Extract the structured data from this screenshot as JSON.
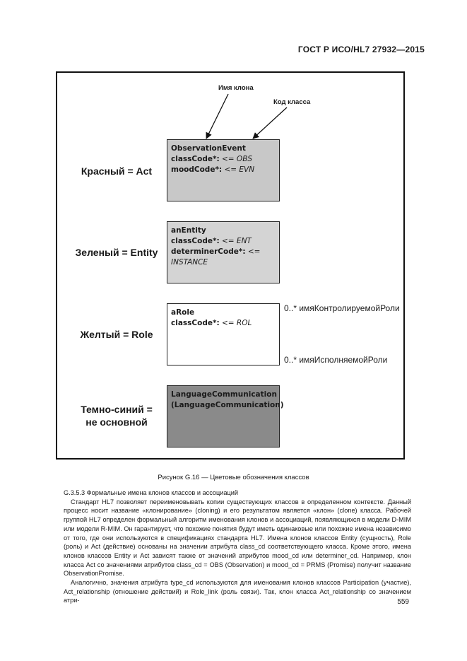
{
  "header": {
    "standard": "ГОСТ Р ИСО/HL7 27932—2015"
  },
  "figure": {
    "annotations": {
      "clone_name": "Имя клона",
      "class_code": "Код класса"
    },
    "legend": {
      "act": "Красный = Act",
      "entity": "Зеленый = Entity",
      "role": "Желтый = Role",
      "other_line1": "Темно-синий =",
      "other_line2": "не основной"
    },
    "boxes": {
      "act": {
        "name": "ObservationEvent",
        "attr1_key": "classCode*:",
        "attr1_val": "<= OBS",
        "attr2_key": "moodCode*:",
        "attr2_val": "<= EVN",
        "color": "#c8c8c8"
      },
      "entity": {
        "name": "anEntity",
        "attr1_key": "classCode*:",
        "attr1_val": "<= ENT",
        "attr2_key": "determinerCode*:",
        "attr2_val": "<=",
        "attr2_val_line2": "INSTANCE",
        "color": "#d4d4d4"
      },
      "role": {
        "name": "aRole",
        "attr1_key": "classCode*:",
        "attr1_val": "<= ROL",
        "color": "#ffffff"
      },
      "other": {
        "name": "LanguageCommunication",
        "name_line2": "(LanguageCommunication)",
        "color": "#8a8a8a"
      }
    },
    "role_labels": {
      "scoped": "0..* имяКонтролируемойРоли",
      "player": "0..* имяИсполняемойРоли"
    },
    "caption": "Рисунок G.16 — Цветовые обозначения классов"
  },
  "body": {
    "subheading": "G.3.5.3 Формальные имена клонов классов и ассоциаций",
    "para1": "Стандарт HL7 позволяет переименовывать копии существующих классов в определенном контексте. Данный процесс носит название «клонирование» (cloning) и его результатом является «клон» (clone) класса. Рабочей группой HL7 определен формальный алгоритм именования клонов и ассоциаций, появляющихся в модели D-MIM или модели R-MIM. Он гарантирует, что похожие понятия будут иметь одинаковые или похожие имена независимо от того, где они используются в спецификациях стандарта HL7. Имена клонов классов Entity (сущность), Role (роль) и Act (действие) основаны на значении атрибута class_cd соответствующего класса. Кроме этого, имена клонов классов Entity и Act зависят также от значений атрибутов mood_cd или determiner_cd. Например, клон класса Act со значениями атрибутов class_cd = OBS (Observation) и mood_cd = PRMS (Promise) получит название ObservationPromise.",
    "para2": "Аналогично, значения атрибута type_cd используются для именования клонов классов Participation (участие), Act_relationship (отношение действий) и Role_link (роль связи). Так, клон класса Act_relationship со значением атри-"
  },
  "page_number": "559"
}
